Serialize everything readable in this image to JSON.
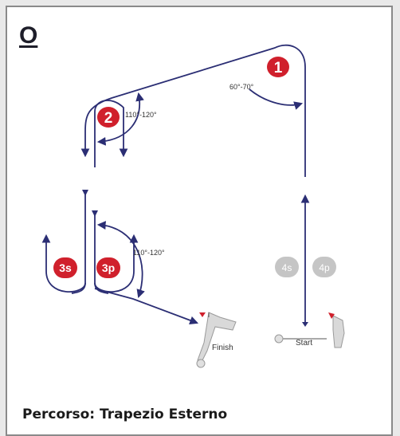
{
  "pattern_letter": "O",
  "angles": {
    "top_right": "60°-70°",
    "upper_left": "110°-120°",
    "lower_left": "110°-120°"
  },
  "markers": {
    "one": "1",
    "two": "2",
    "three_s": "3s",
    "three_p": "3p",
    "four_s": "4s",
    "four_p": "4p"
  },
  "labels": {
    "finish": "Finish",
    "start": "Start"
  },
  "caption": "Percorso: Trapezio Esterno",
  "colors": {
    "path": "#2b2e74",
    "badge_red": "#d0202c",
    "badge_grey": "#c5c5c5",
    "flag_red": "#d0202c"
  }
}
